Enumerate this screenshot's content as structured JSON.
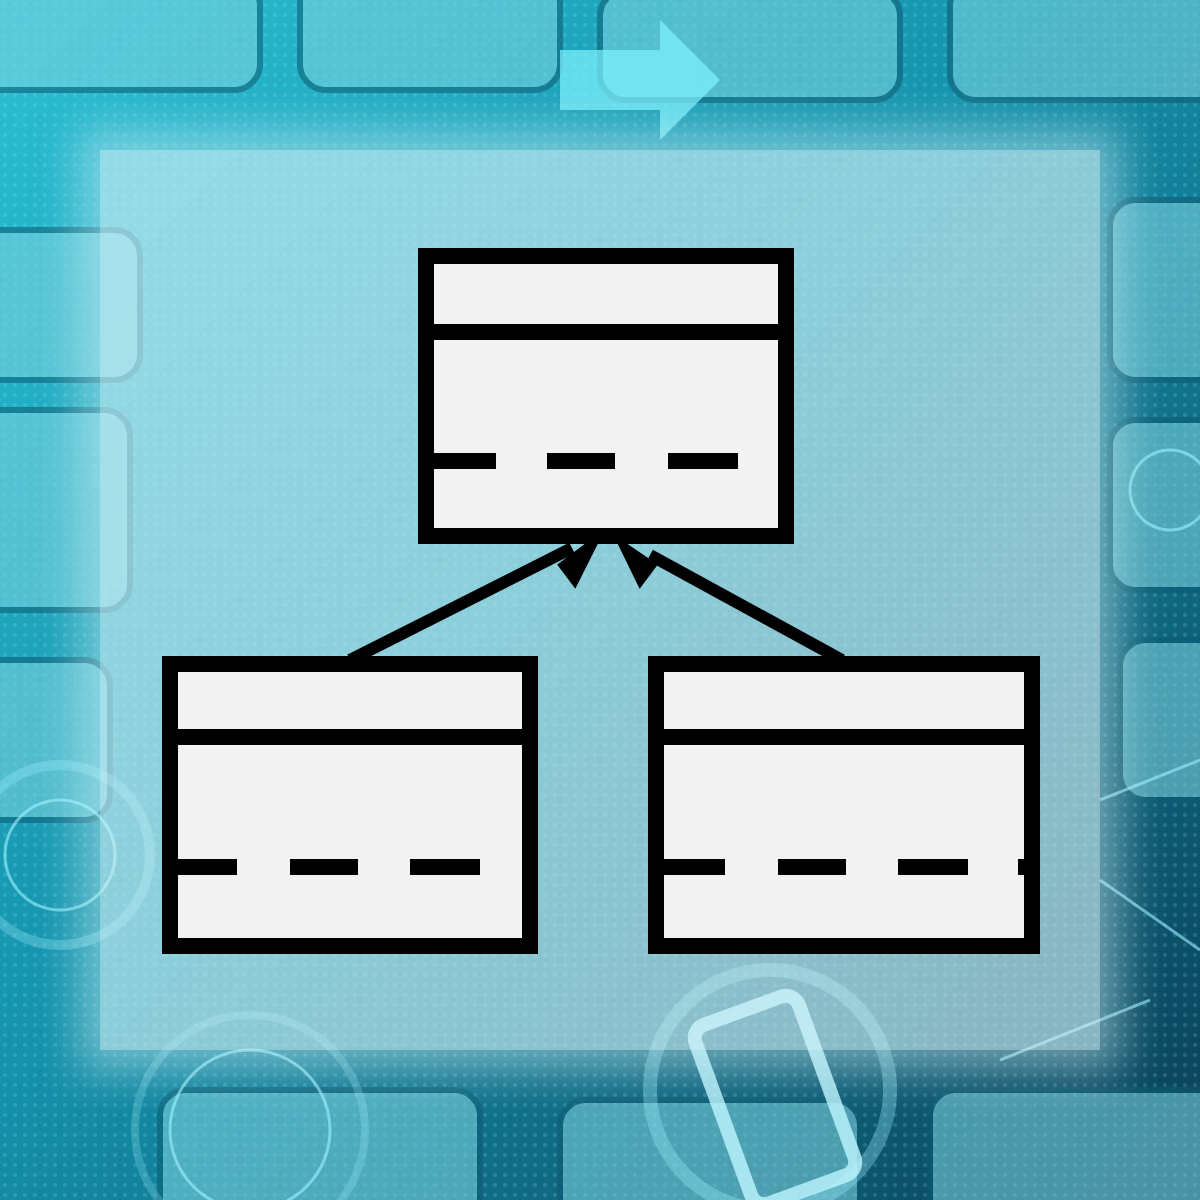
{
  "colors": {
    "background_dark": "#0b3a4d",
    "background_cyan": "#1fb6c8",
    "panel": "#d6f4f8",
    "box_fill": "#f2f2f2",
    "stroke": "#000000"
  },
  "diagram": {
    "type": "class-hierarchy",
    "nodes": [
      {
        "id": "parent-class",
        "compartments": 2
      },
      {
        "id": "child-class-left",
        "compartments": 2
      },
      {
        "id": "child-class-right",
        "compartments": 2
      }
    ],
    "edges": [
      {
        "from": "child-class-left",
        "to": "parent-class",
        "arrow": "filled"
      },
      {
        "from": "child-class-right",
        "to": "parent-class",
        "arrow": "filled"
      }
    ]
  },
  "background_icons": [
    "keyboard-keys",
    "smartphone-icon",
    "network-nodes"
  ]
}
